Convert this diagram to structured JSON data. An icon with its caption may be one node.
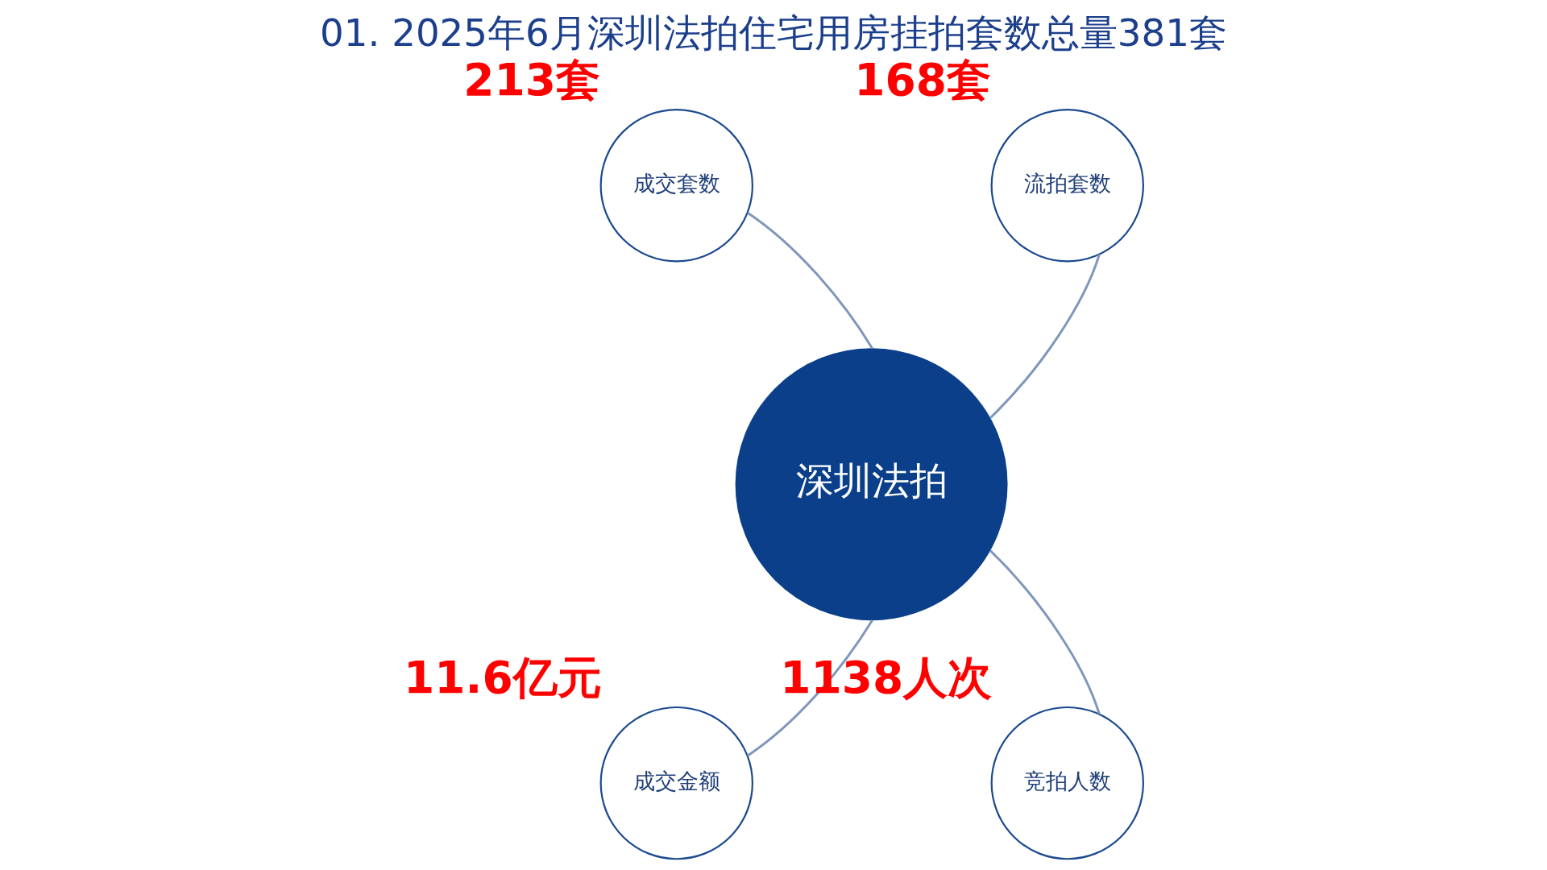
{
  "diagram": {
    "title": "01. 2025年6月深圳法拍住宅用房挂拍套数总量381套",
    "nodes": [
      {
        "text": [
          "成交套数"
        ],
        "beside": [
          "213套"
        ]
      },
      {
        "text": [
          "流拍套数"
        ],
        "beside": [
          "168套"
        ]
      },
      {
        "text": [
          "深圳法拍"
        ]
      },
      {
        "text": [
          "成交金额"
        ],
        "beside": [
          "11.6亿元"
        ]
      },
      {
        "text": [
          "竞拍人数"
        ],
        "beside": [
          "1138人次"
        ]
      }
    ],
    "edges": [
      {
        "from": 2,
        "to": 0,
        "arrow": "none"
      },
      {
        "from": 2,
        "to": 1,
        "arrow": "none"
      },
      {
        "from": 2,
        "to": 3,
        "arrow": "none"
      },
      {
        "from": 2,
        "to": 4,
        "arrow": "none"
      }
    ]
  }
}
